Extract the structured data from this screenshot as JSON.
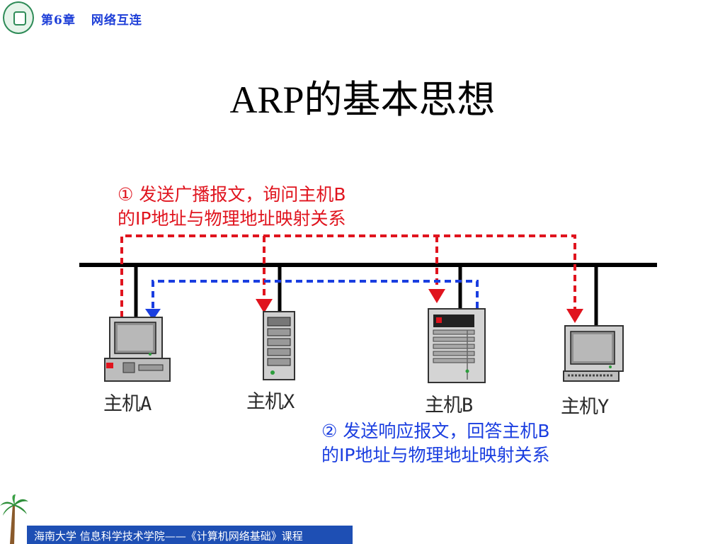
{
  "header": {
    "chapter_num": "第6章",
    "chapter_title": "网络互连"
  },
  "title": "ARP的基本思想",
  "hosts": [
    {
      "id": "A",
      "label": "主机A"
    },
    {
      "id": "X",
      "label": "主机X"
    },
    {
      "id": "B",
      "label": "主机B"
    },
    {
      "id": "Y",
      "label": "主机Y"
    }
  ],
  "notes": {
    "broadcast": {
      "line1": "① 发送广播报文，询问主机B",
      "line2": "的IP地址与物理地址映射关系"
    },
    "reply": {
      "line1": "② 发送响应报文，回答主机B",
      "line2": "的IP地址与物理地址映射关系"
    }
  },
  "footer": "海南大学 信息科学技术学院——《计算机网络基础》课程",
  "colors": {
    "broadcast": "#e0141e",
    "reply": "#1a3ee0",
    "bus": "#000000",
    "footer_bg": "#1e4fb4",
    "header_text": "#1e3fd8"
  }
}
